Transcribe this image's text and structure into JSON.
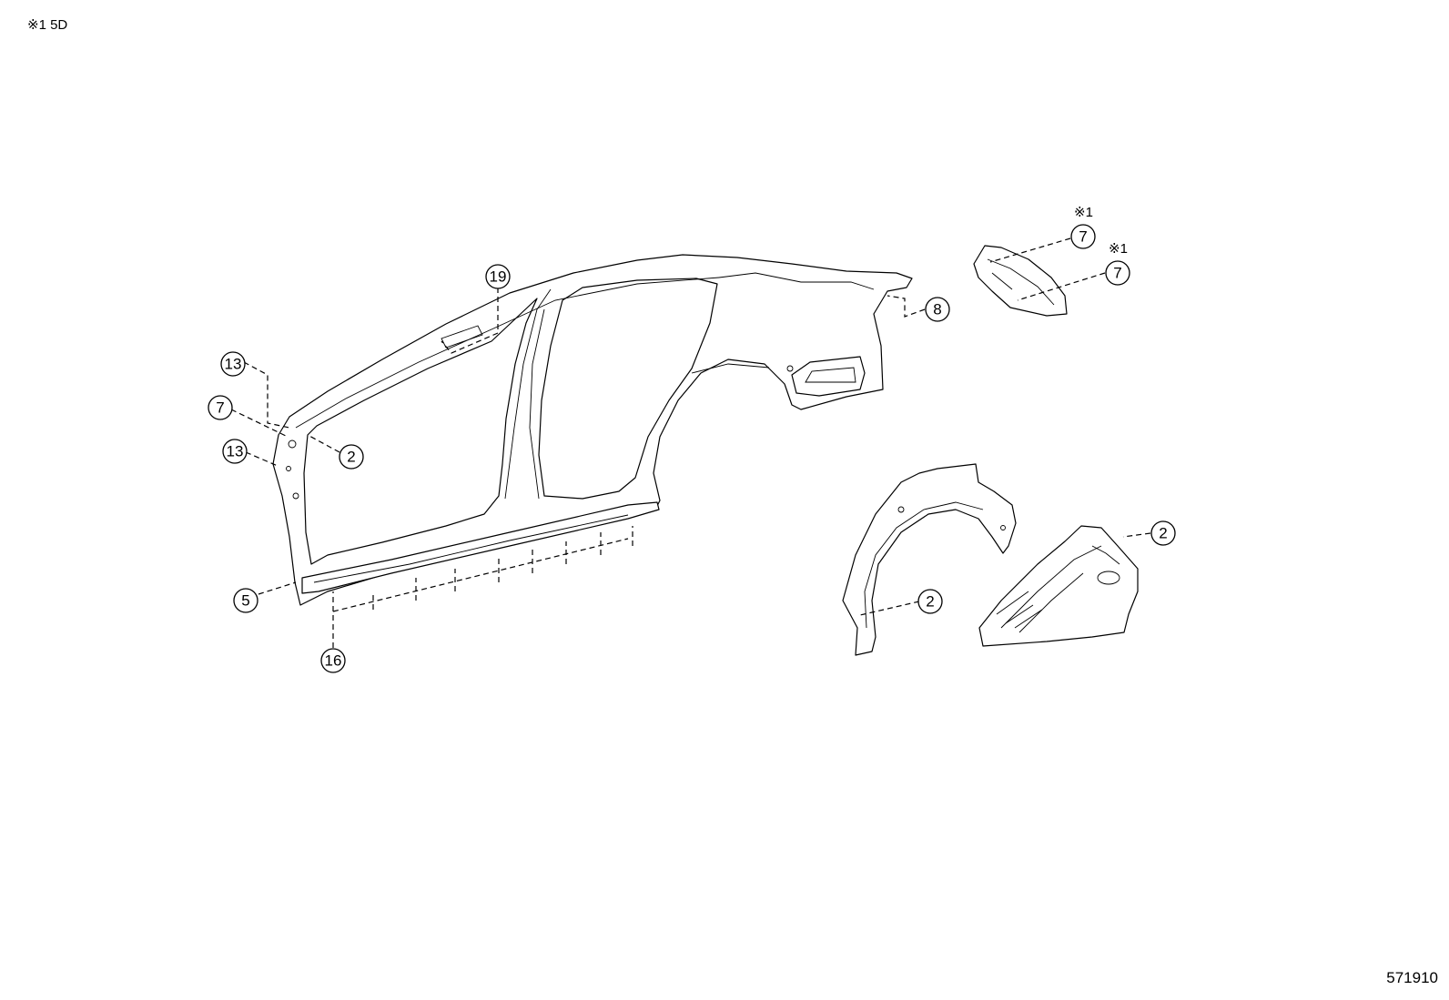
{
  "header_note": "※1 5D",
  "document_code": "571910",
  "variant_mark": "※1",
  "callouts": [
    {
      "id": "c13a",
      "label": "13"
    },
    {
      "id": "c7a",
      "label": "7"
    },
    {
      "id": "c13b",
      "label": "13"
    },
    {
      "id": "c2a",
      "label": "2"
    },
    {
      "id": "c5",
      "label": "5"
    },
    {
      "id": "c16",
      "label": "16"
    },
    {
      "id": "c19",
      "label": "19"
    },
    {
      "id": "c8",
      "label": "8"
    },
    {
      "id": "c7b",
      "label": "7"
    },
    {
      "id": "c7c",
      "label": "7"
    },
    {
      "id": "c2b",
      "label": "2"
    },
    {
      "id": "c2c",
      "label": "2"
    }
  ]
}
